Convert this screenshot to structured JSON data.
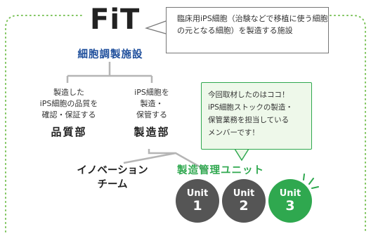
{
  "logo": {
    "text": "FiT"
  },
  "subtitle": "細胞調製施設",
  "callout": "臨床用iPS細胞（治験などで移植に使う細胞の元となる細胞）を製造する施設",
  "departments": [
    {
      "desc": "製造した\niPS細胞の品質を\n確認・保証する",
      "name": "品質部"
    },
    {
      "desc": "iPS細胞を\n製造・\n保管する",
      "name": "製造部"
    }
  ],
  "highlight_note": "今回取材したのはココ！\niPS細胞ストックの製造・\n保管業務を担当している\nメンバーです！",
  "innovation_team": "イノベーション\nチーム",
  "mgmt_unit": "製造管理ユニット",
  "units": [
    {
      "label": "Unit",
      "num": "1",
      "color": "#555555"
    },
    {
      "label": "Unit",
      "num": "2",
      "color": "#555555"
    },
    {
      "label": "Unit",
      "num": "3",
      "color": "#2fa84f"
    }
  ],
  "colors": {
    "accent_blue": "#1f4f9c",
    "accent_green": "#2fa84f",
    "frame_green": "#7cc35a",
    "line_gray": "#b5b5b5"
  }
}
